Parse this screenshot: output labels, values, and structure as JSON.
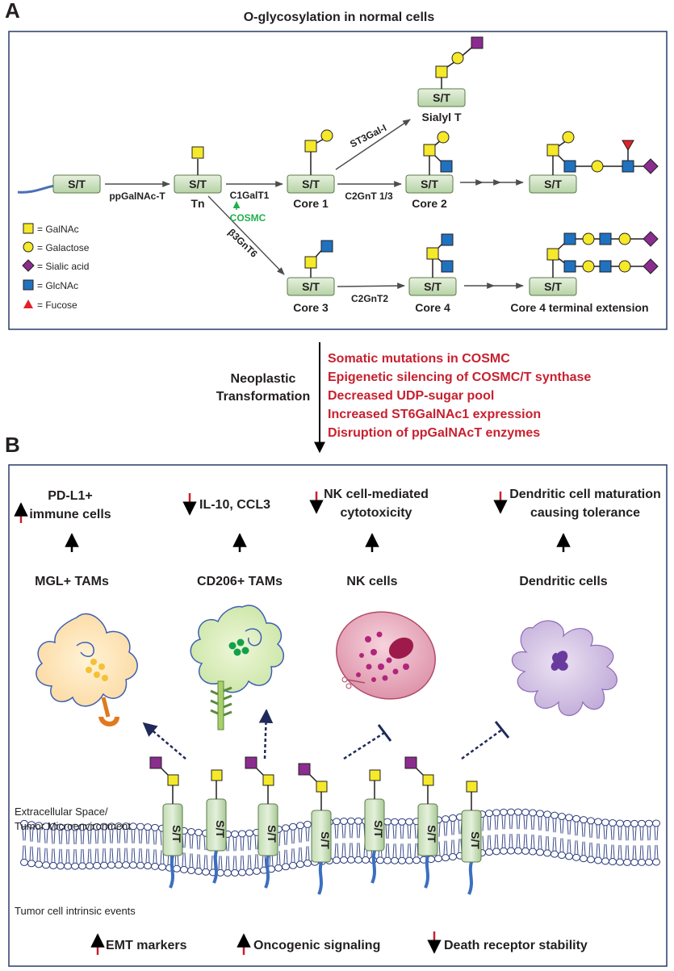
{
  "panel_a": {
    "letter": "A",
    "title": "O-glycosylation in normal cells",
    "st": "S/T",
    "enzymes": {
      "ppgalnact": "ppGalNAc-T",
      "c1galt1": "C1GalT1",
      "cosmc": "COSMC",
      "st3gal": "ST3Gal-I",
      "c2gnt13": "C2GnT 1/3",
      "b3gnt6": "β3GnT6",
      "c2gnt2": "C2GnT2"
    },
    "structures": {
      "tn": "Tn",
      "core1": "Core 1",
      "sialyl_t": "Sialyl T",
      "core2": "Core 2",
      "core3": "Core 3",
      "core4": "Core 4",
      "core4_ext": "Core 4 terminal extension"
    },
    "legend": [
      {
        "symbol": "square-yellow",
        "label": "= GalNAc"
      },
      {
        "symbol": "circle-yellow",
        "label": "= Galactose"
      },
      {
        "symbol": "diamond-purple",
        "label": "= Sialic acid"
      },
      {
        "symbol": "square-blue",
        "label": "= GlcNAc"
      },
      {
        "symbol": "triangle-red",
        "label": "= Fucose"
      }
    ]
  },
  "transition": {
    "label_line1": "Neoplastic",
    "label_line2": "Transformation",
    "events": [
      "Somatic mutations in COSMC",
      "Epigenetic silencing of COSMC/T synthase",
      "Decreased UDP-sugar pool",
      "Increased ST6GalNAc1 expression",
      "Disruption of ppGalNAcT enzymes"
    ]
  },
  "panel_b": {
    "letter": "B",
    "effects": [
      {
        "line1": "PD-L1+",
        "line2": "immune cells",
        "direction": "up"
      },
      {
        "line1": "IL-10, CCL3",
        "line2": "",
        "direction": "down"
      },
      {
        "line1": "NK cell-mediated",
        "line2": "cytotoxicity",
        "direction": "down"
      },
      {
        "line1": "Dendritic cell maturation",
        "line2": "causing tolerance",
        "direction": "down"
      }
    ],
    "cells": [
      "MGL+ TAMs",
      "CD206+ TAMs",
      "NK cells",
      "Dendritic cells"
    ],
    "space_line1": "Extracellular Space/",
    "space_line2": "Tumor Microenvironment",
    "intrinsic": "Tumor cell intrinsic events",
    "bottom_effects": [
      {
        "label": "EMT markers",
        "direction": "up"
      },
      {
        "label": "Oncogenic signaling",
        "direction": "up"
      },
      {
        "label": "Death receptor stability",
        "direction": "down"
      }
    ]
  },
  "colors": {
    "galnac": "#f5e92a",
    "galactose": "#f5e92a",
    "sialic": "#8b2c8f",
    "glcnac": "#1f72c0",
    "fucose": "#e3202a",
    "red_text": "#c8202f",
    "cosmc_green": "#1fb04b",
    "st_box": "#cfe3c3"
  }
}
